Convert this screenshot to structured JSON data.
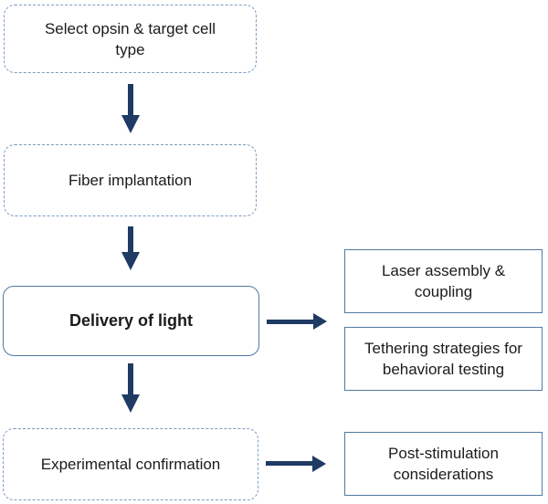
{
  "diagram": {
    "type": "flowchart",
    "nodes": {
      "select_opsin": {
        "label": "Select opsin & target cell\ntype",
        "style": "dashed-rounded"
      },
      "fiber_implantation": {
        "label": "Fiber implantation",
        "style": "dashed-rounded"
      },
      "delivery_of_light": {
        "label": "Delivery of light",
        "style": "solid-rounded-bold"
      },
      "experimental_confirmation": {
        "label": "Experimental confirmation",
        "style": "dashed-rounded"
      },
      "laser_assembly": {
        "label": "Laser assembly &\ncoupling",
        "style": "solid-rect"
      },
      "tethering_strategies": {
        "label": "Tethering strategies for\nbehavioral testing",
        "style": "solid-rect"
      },
      "post_stimulation": {
        "label": "Post-stimulation\nconsiderations",
        "style": "solid-rect"
      }
    },
    "edges": [
      {
        "from": "select_opsin",
        "to": "fiber_implantation",
        "direction": "down"
      },
      {
        "from": "fiber_implantation",
        "to": "delivery_of_light",
        "direction": "down"
      },
      {
        "from": "delivery_of_light",
        "to": "laser_assembly / tethering_strategies",
        "direction": "right"
      },
      {
        "from": "delivery_of_light",
        "to": "experimental_confirmation",
        "direction": "down"
      },
      {
        "from": "experimental_confirmation",
        "to": "post_stimulation",
        "direction": "right"
      }
    ],
    "colors": {
      "arrow": "#1f3a63",
      "dashed_border": "#7d9cc0",
      "solid_rounded_border": "#4e79a6",
      "rect_border": "#527aa3",
      "text": "#1b1b1b",
      "background": "#ffffff"
    }
  }
}
